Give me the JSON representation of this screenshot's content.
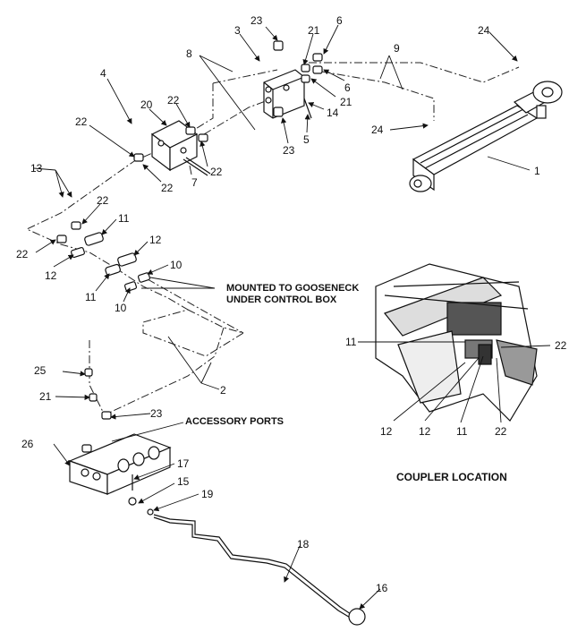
{
  "callouts": {
    "n1": "1",
    "n2": "2",
    "n3": "3",
    "n4": "4",
    "n5": "5",
    "n6a": "6",
    "n6b": "6",
    "n7": "7",
    "n8": "8",
    "n9": "9",
    "n10a": "10",
    "n10b": "10",
    "n11a": "11",
    "n11b": "11",
    "n11c": "11",
    "n11d": "11",
    "n12a": "12",
    "n12b": "12",
    "n12c": "12",
    "n12d": "12",
    "n13": "13",
    "n14": "14",
    "n15": "15",
    "n16": "16",
    "n17": "17",
    "n18": "18",
    "n19": "19",
    "n20": "20",
    "n21a": "21",
    "n21b": "21",
    "n21c": "21",
    "n22a": "22",
    "n22b": "22",
    "n22c": "22",
    "n22d": "22",
    "n22e": "22",
    "n22f": "22",
    "n22g": "22",
    "n22h": "22",
    "n23a": "23",
    "n23b": "23",
    "n23c": "23",
    "n24a": "24",
    "n24b": "24",
    "n25": "25",
    "n26": "26"
  },
  "notes": {
    "mounted_line1": "MOUNTED TO GOOSENECK",
    "mounted_line2": "UNDER CONTROL BOX",
    "accessory_ports": "ACCESSORY PORTS",
    "coupler_location": "COUPLER LOCATION"
  }
}
